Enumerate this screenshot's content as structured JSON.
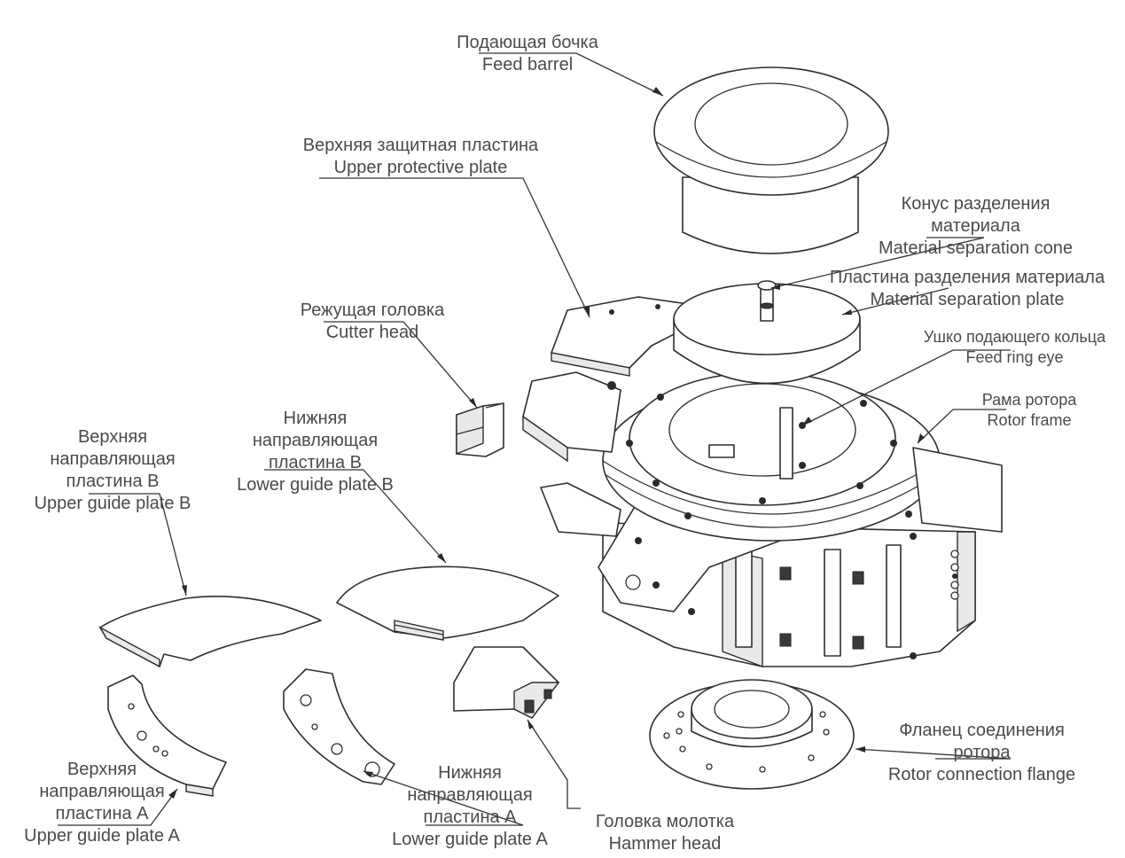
{
  "labels": {
    "feed_barrel": "Подающая бочка\nFeed barrel",
    "upper_protective_plate": "Верхняя защитная пластина\nUpper protective plate",
    "material_separation_cone": "Конус разделения\nматериала\nMaterial separation cone",
    "material_separation_plate": "Пластина разделения материала\nMaterial separation plate",
    "feed_ring_eye": "Ушко подающего кольца\nFeed ring eye",
    "rotor_frame": "Рама ротора\nRotor frame",
    "cutter_head": "Режущая головка\nCutter head",
    "lower_guide_plate_b": "Нижняя\nнаправляющая\nпластина B\nLower guide plate B",
    "upper_guide_plate_b": "Верхняя\nнаправляющая\nпластина B\nUpper guide plate B",
    "upper_guide_plate_a": "Верхняя\nнаправляющая\nпластина A\nUpper guide plate A",
    "lower_guide_plate_a": "Нижняя\nнаправляющая\nпластина A\nLower guide plate A",
    "hammer_head": "Головка молотка\nHammer head",
    "rotor_connection_flange": "Фланец соединения\nротора\nRotor connection flange"
  }
}
